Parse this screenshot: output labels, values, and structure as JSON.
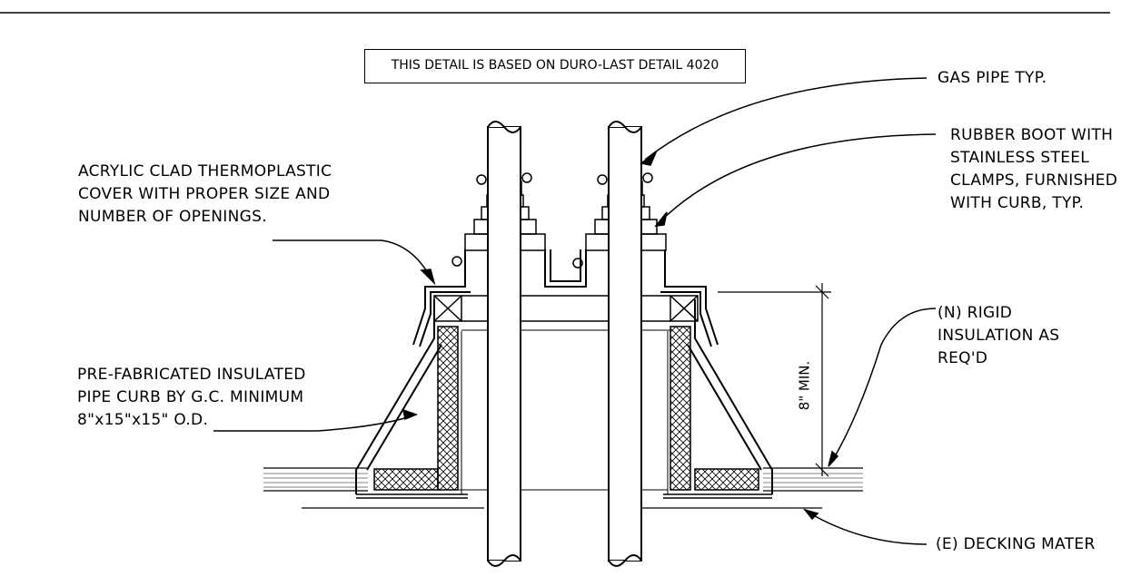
{
  "note_box": "THIS DETAIL IS BASED ON DURO-LAST DETAIL 4020",
  "labels": {
    "gas_pipe": "GAS PIPE TYP.",
    "rubber_boot": [
      "RUBBER BOOT WITH",
      "STAINLESS STEEL",
      "CLAMPS, FURNISHED",
      "WITH CURB, TYP."
    ],
    "acrylic_cover": [
      "ACRYLIC CLAD THERMOPLASTIC",
      "COVER WITH PROPER SIZE AND",
      "NUMBER OF OPENINGS."
    ],
    "rigid_insulation": [
      "(N) RIGID",
      "INSULATION AS",
      "REQ'D"
    ],
    "pipe_curb": [
      "PRE-FABRICATED INSULATED",
      "PIPE CURB BY G.C.  MINIMUM",
      "8\"x15\"x15\" O.D."
    ],
    "decking": "(E) DECKING MATER",
    "dimension": "8\" MIN."
  }
}
